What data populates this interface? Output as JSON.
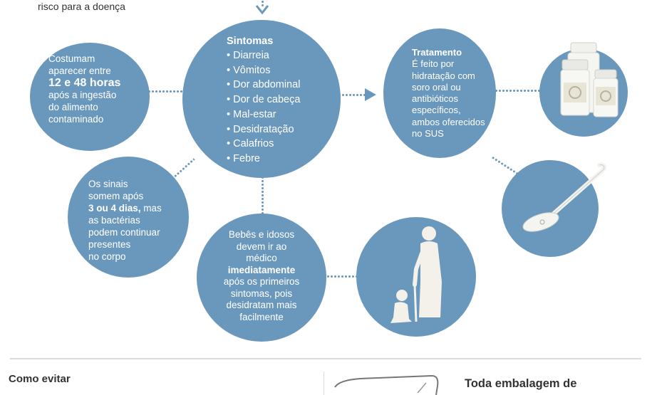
{
  "header": {
    "top_text": "risco para a doença"
  },
  "onset": {
    "line1": "Costumam",
    "line2": "aparecer entre",
    "highlight": "12 e 48 horas",
    "line3": "após a ingestão",
    "line4": "do alimento",
    "line5": "contaminado"
  },
  "symptoms": {
    "title": "Sintomas",
    "items": [
      "Diarreia",
      "Vômitos",
      "Dor abdominal",
      "Dor de cabeça",
      "Mal-estar",
      "Desidratação",
      "Calafrios",
      "Febre"
    ]
  },
  "treatment": {
    "title": "Tratamento",
    "lines": [
      "É feito por",
      "hidratação com",
      "soro oral ou",
      "antibióticos",
      "específicos,",
      "ambos oferecidos",
      "no SUS"
    ]
  },
  "duration": {
    "line1": "Os sinais",
    "line2": "somem após",
    "highlight": "3 ou 4 dias,",
    "highlight_rest": " mas",
    "line3": "as bactérias",
    "line4": "podem continuar",
    "line5": "presentes",
    "line6": "no corpo"
  },
  "risk": {
    "line1": "Bebês e idosos",
    "line2": "devem ir ao",
    "line3": "médico",
    "highlight": "imediatamente",
    "line4": "após os primeiros",
    "line5": "sintomas, pois",
    "line6": "desidratam mais",
    "line7": "facilmente"
  },
  "footer": {
    "left_title": "Como evitar",
    "right_title": "Toda embalagem de"
  },
  "colors": {
    "circle": "#6a98bd",
    "text_dark": "#333333"
  }
}
